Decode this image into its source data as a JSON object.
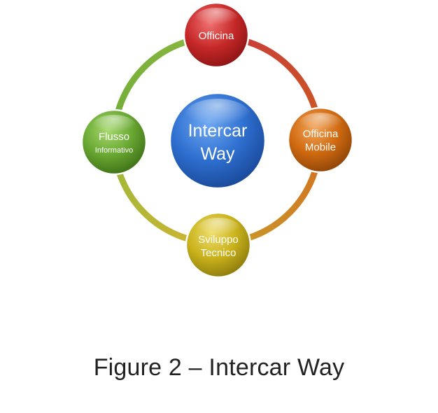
{
  "diagram": {
    "center": {
      "line1": "Intercar",
      "line2": "Way",
      "color": "#2e6fd0"
    },
    "nodes": {
      "top": {
        "line1": "Officina",
        "color": "#c62828"
      },
      "right": {
        "line1": "Officina",
        "line2": "Mobile",
        "color": "#d06a10"
      },
      "bottom": {
        "line1": "Sviluppo",
        "line2": "Tecnico",
        "color": "#c9b21c"
      },
      "left": {
        "line1": "Flusso",
        "line2": "Informativo",
        "color": "#69a832"
      }
    }
  },
  "caption": "Figure 2 – Intercar Way"
}
